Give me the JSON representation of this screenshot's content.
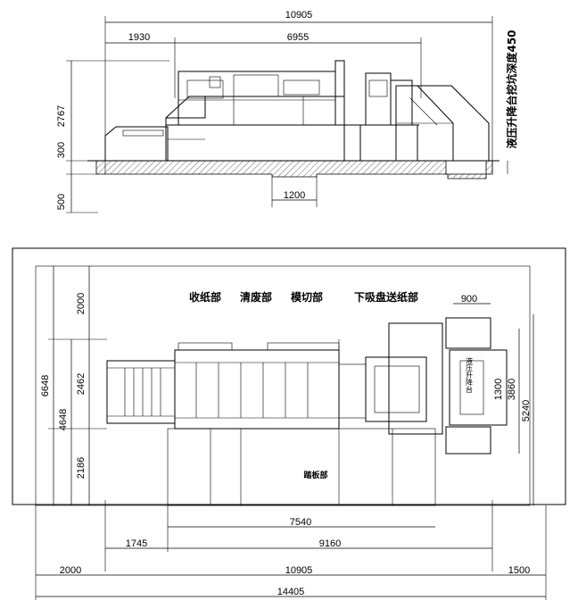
{
  "side_view": {
    "dims": {
      "total_width": "10905",
      "feeder_offset": "1930",
      "main_length": "6955",
      "height": "2767",
      "platform_height": "300",
      "pit_depth": "500",
      "pit_width": "1200"
    },
    "pit_note": "液压升降台挖坑深度450"
  },
  "plan_view": {
    "section_labels": {
      "delivery": "收纸部",
      "stripping": "清废部",
      "die_cutting": "模切部",
      "feeder": "下吸盘送纸部",
      "plate": "踏板部",
      "feeder_platform": "液压升降台"
    },
    "dims": {
      "top_clearance": "2000",
      "total_depth": "6648",
      "machine_depth": "4648",
      "upper_depth": "2462",
      "lower_depth": "2186",
      "feeder_width": "900",
      "feeder_inner": "1300",
      "feeder_depth": "3860",
      "feeder_total": "5240",
      "plate_length": "7540",
      "left_offset": "1745",
      "body_length": "9160",
      "left_clearance": "2000",
      "total_width": "10905",
      "right_clearance": "1500",
      "room_width": "14405"
    }
  },
  "colors": {
    "line": "#000000",
    "hatch": "#000000",
    "background": "#ffffff"
  }
}
